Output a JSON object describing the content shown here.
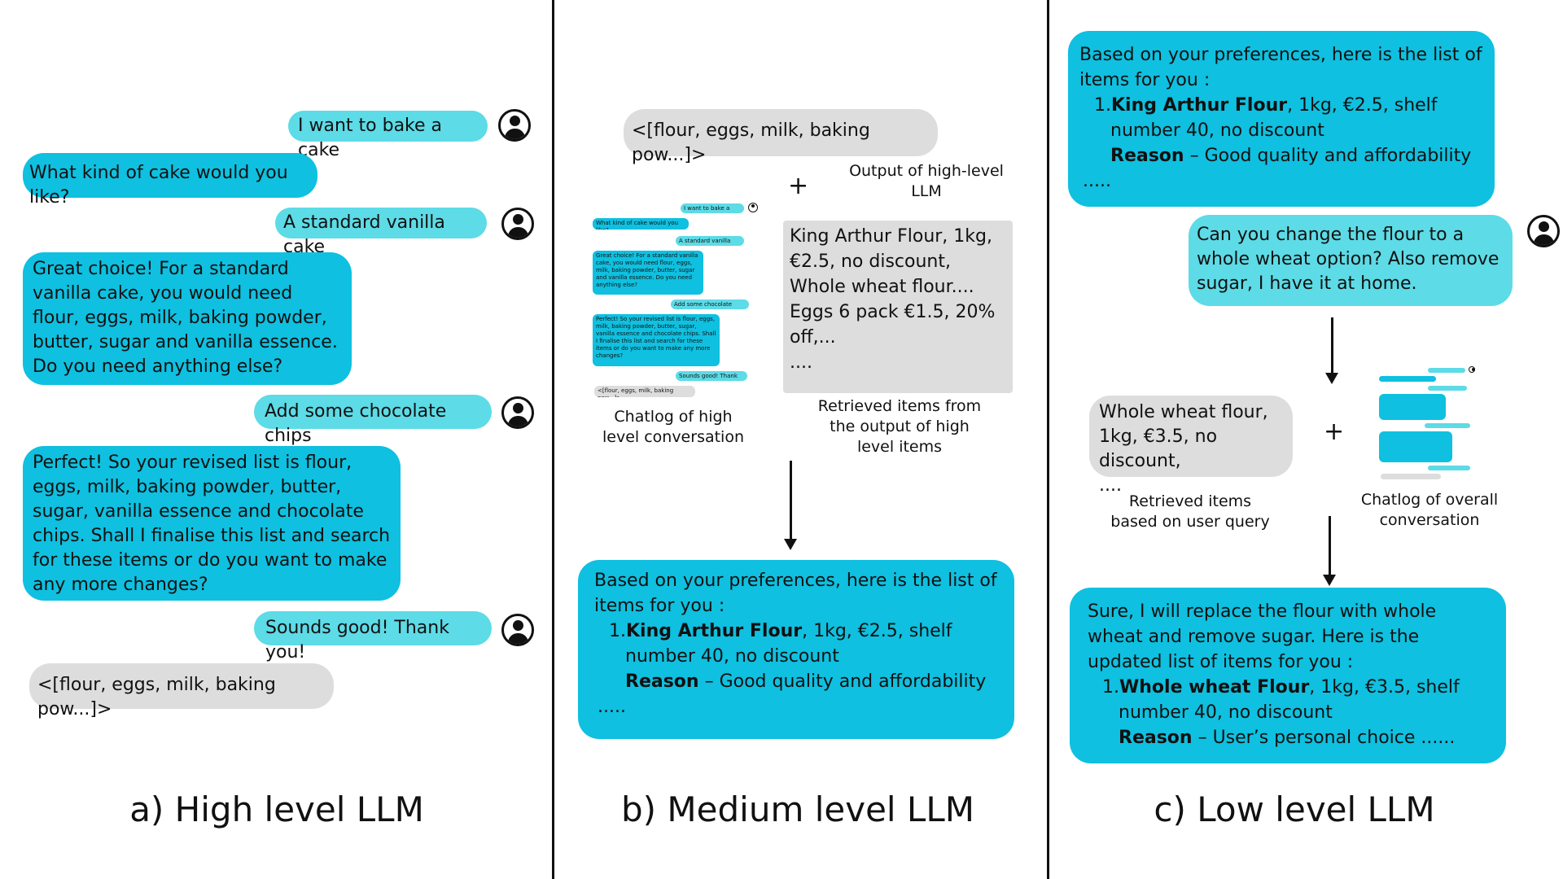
{
  "panel_a": {
    "title": "a) High level LLM",
    "msg_user_1": "I want to bake a cake",
    "msg_bot_1": "What kind of cake would you like?",
    "msg_user_2": "A standard vanilla cake",
    "msg_bot_2": "Great choice! For a standard vanilla cake, you would need flour, eggs, milk, baking powder, butter, sugar and vanilla essence. Do you need anything else?",
    "msg_user_3": "Add some chocolate chips",
    "msg_bot_3": "Perfect! So your revised list is flour, eggs, milk, baking powder, butter, sugar, vanilla essence and chocolate chips. Shall I finalise this list and search for these items or do you want to make any more changes?",
    "msg_user_4": "Sounds good! Thank you!",
    "output_list": "<[flour, eggs, milk, baking pow...]>"
  },
  "panel_b": {
    "title": "b) Medium level LLM",
    "input_list": "<[flour, eggs, milk, baking pow...]>",
    "plus": "+",
    "output_label": "Output of high-level LLM",
    "retrieved_line1": "King Arthur Flour, 1kg, €2.5, no discount, Whole wheat flour....",
    "retrieved_line2": "Eggs 6 pack €1.5, 20% off,...",
    "retrieved_line3": "....",
    "chatlog_caption": "Chatlog of high level conversation",
    "retrieved_caption": "Retrieved items from the output of high level items",
    "result_intro": "Based on your preferences, here is the list of items for you :",
    "result_num": "1.",
    "result_item_name": "King Arthur Flour",
    "result_item_rest": ", 1kg, €2.5, shelf",
    "result_item_cont": "number 40, no discount",
    "result_reason_label": "Reason",
    "result_reason_text": " – Good quality and affordability",
    "result_ellipsis": "....."
  },
  "panel_c": {
    "title": "c) Low level LLM",
    "prev_intro": "Based on your preferences, here is the list of items for you :",
    "prev_num": "1.",
    "prev_item_name": "King Arthur Flour",
    "prev_item_rest": ", 1kg, €2.5, shelf",
    "prev_item_cont": "number 40, no discount",
    "prev_reason_label": "Reason",
    "prev_reason_text": " – Good quality and affordability",
    "prev_ellipsis": ".....",
    "user_query": "Can you change the flour to a whole wheat option? Also remove sugar, I have it at home.",
    "retrieved_line1": "Whole wheat flour, 1kg, €3.5, no discount,",
    "retrieved_line2": "....",
    "plus": "+",
    "retrieved_caption": "Retrieved items based on user query",
    "chatlog_caption": "Chatlog of overall conversation",
    "final_intro": "Sure, I will replace the flour with whole wheat and remove sugar. Here is the updated list of items for you :",
    "final_num": "1.",
    "final_item_name": "Whole wheat Flour",
    "final_item_rest": ", 1kg, €3.5, shelf",
    "final_item_cont": "number 40, no discount",
    "final_reason_label": "Reason",
    "final_reason_text": " – User’s personal choice ......"
  },
  "thumbnail_b": {
    "u1": "I want to bake a cake",
    "b1": "What kind of cake would you like?",
    "u2": "A standard vanilla cake",
    "b2": "Great choice! For a standard vanilla cake, you would need flour, eggs, milk, baking powder, butter, sugar and vanilla essence. Do you need anything else?",
    "u3": "Add some chocolate chips",
    "b3": "Perfect! So your revised list is flour, eggs, milk, baking powder, butter, sugar, vanilla essence and chocolate chips. Shall I finalise this list and search for these items or do you want to make any more changes?",
    "u4": "Sounds good! Thank you!",
    "out": "<[flour, eggs, milk, baking pow...]>"
  },
  "colors": {
    "user_bubble": "#5ddbe6",
    "bot_bubble": "#0fc0e0",
    "gray_bubble": "#dddddd"
  }
}
